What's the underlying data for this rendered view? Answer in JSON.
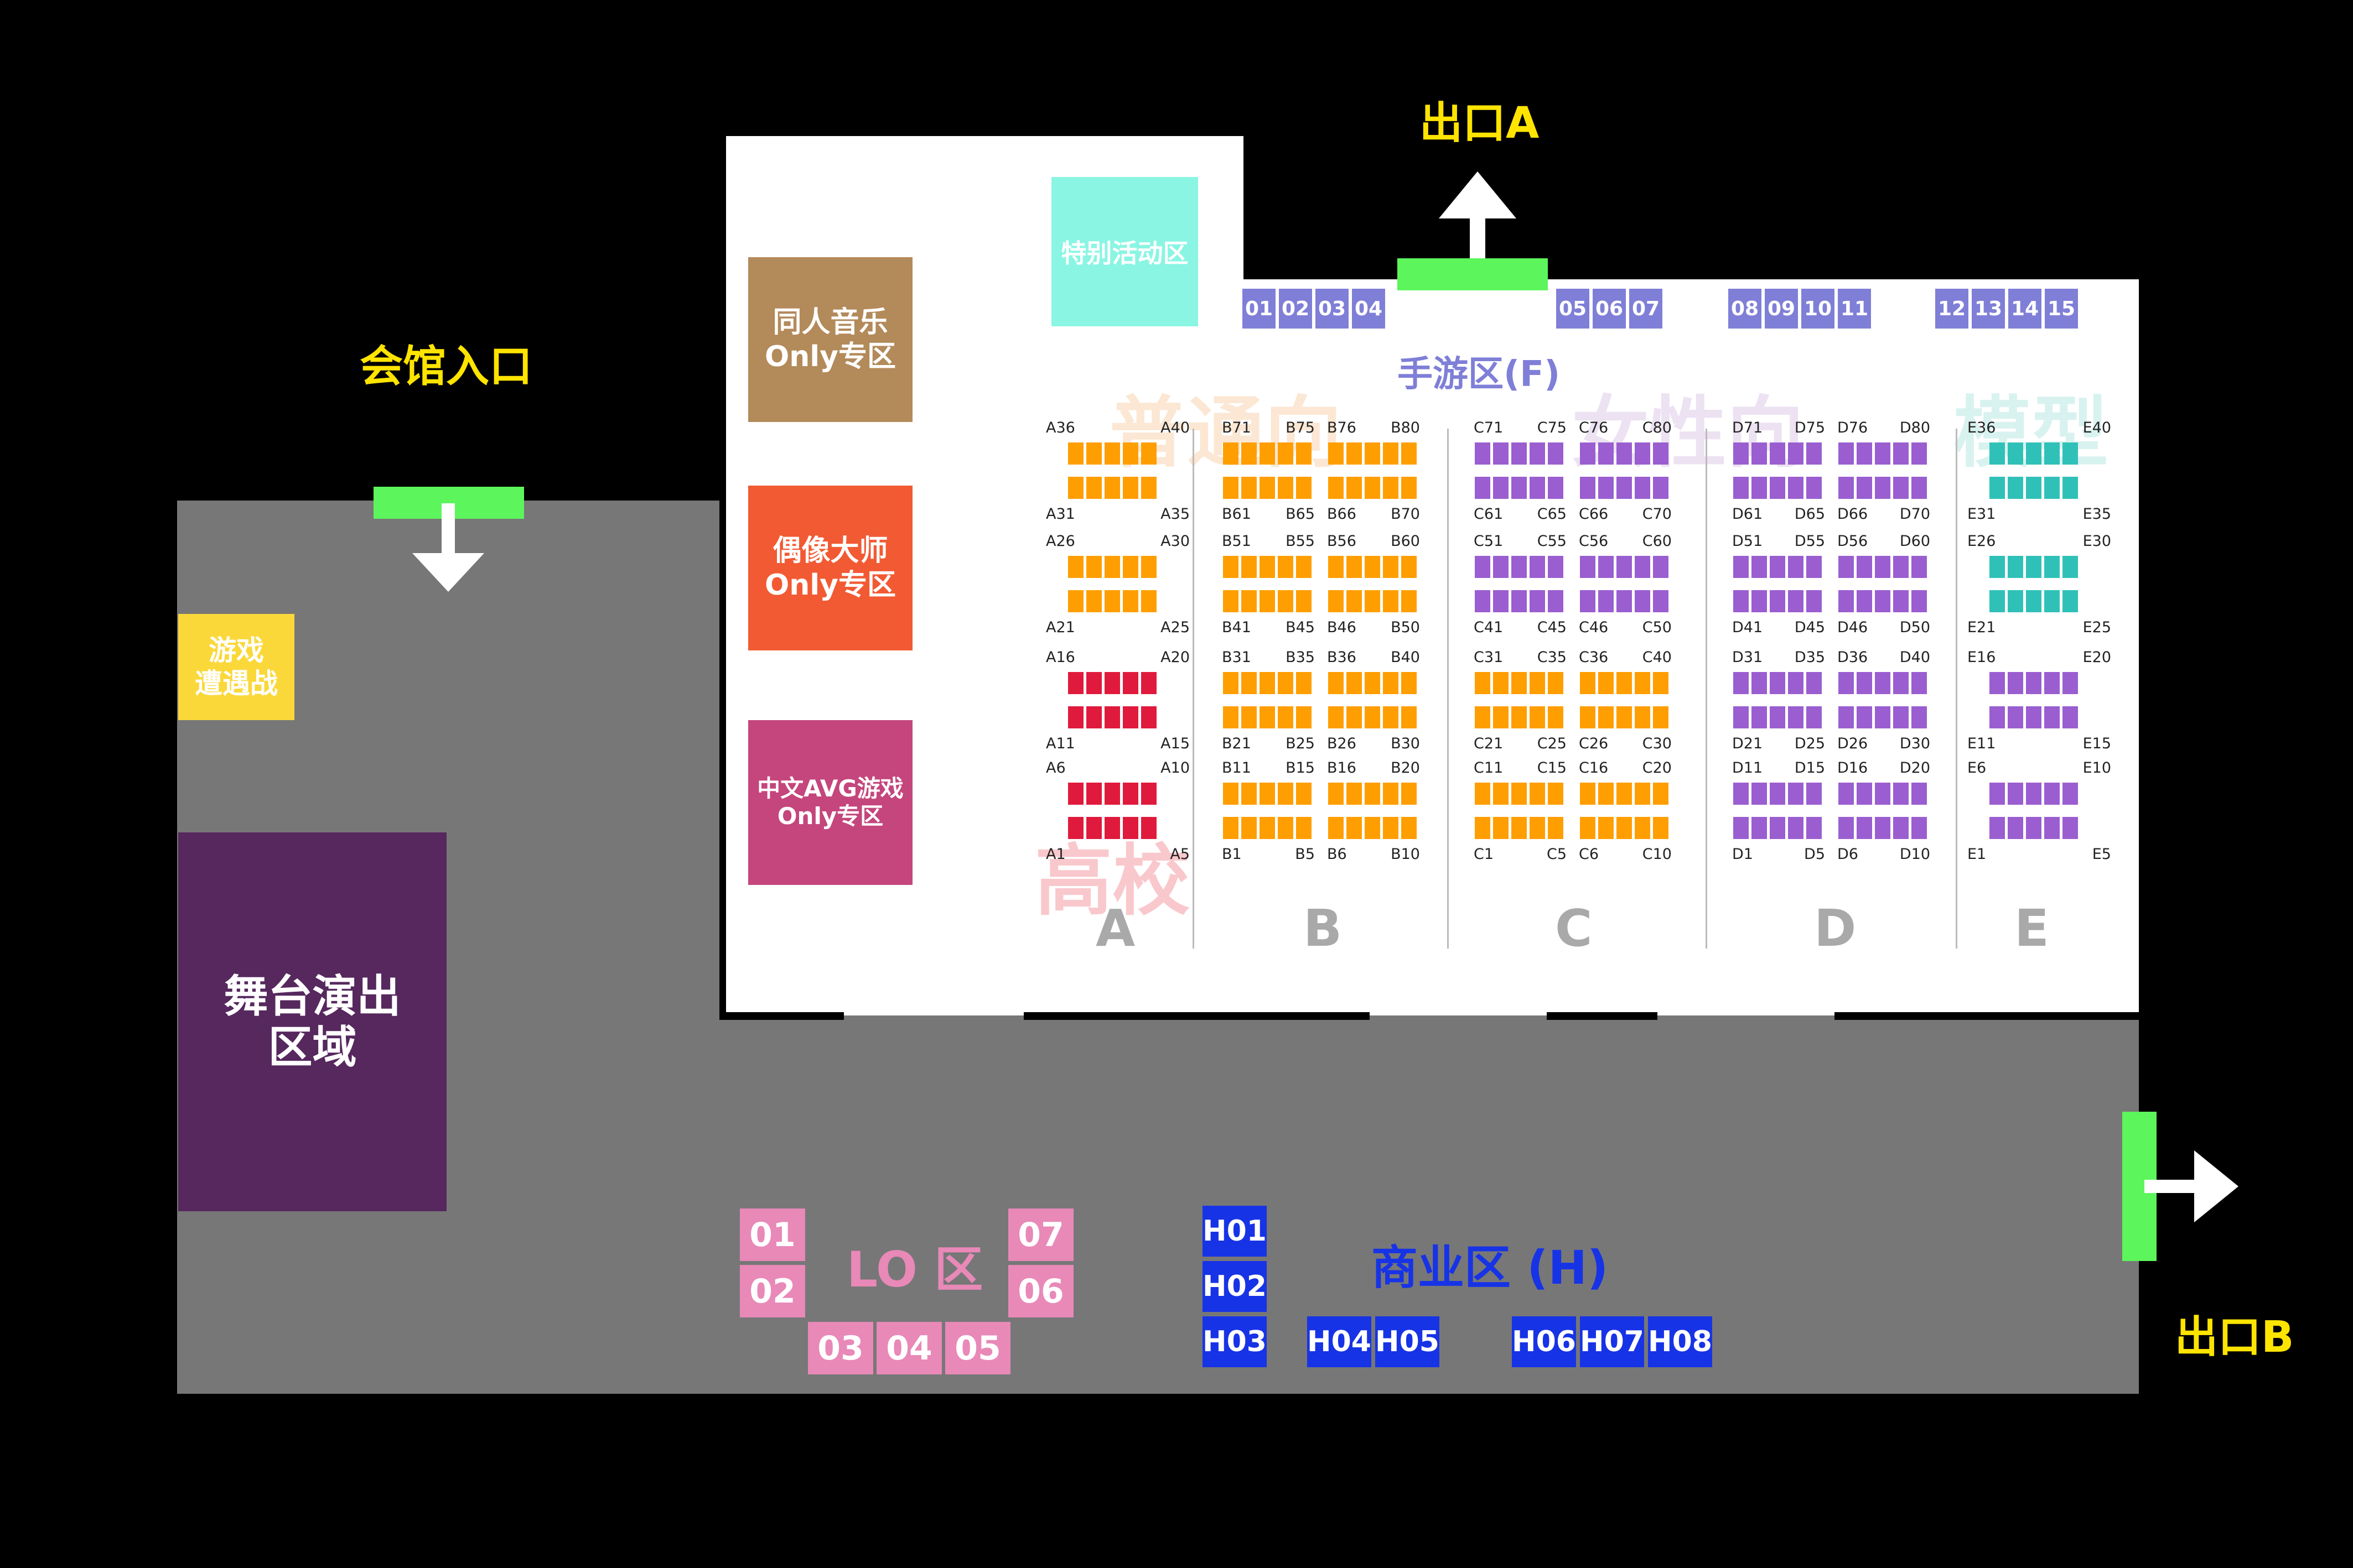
{
  "labels": {
    "entrance": "会馆入口",
    "exit_a": "出口A",
    "exit_b": "出口B",
    "game_battle": "游戏\n遭遇战",
    "stage": "舞台演出\n区域",
    "special": "特别活动区",
    "music_only": "同人音乐\nOnly专区",
    "idol_only": "偶像大师\nOnly专区",
    "avg_only": "中文AVG游戏\nOnly专区",
    "mobile_zone": "手游区(F)",
    "lo_zone": "LO 区",
    "commercial_zone": "商业区 (H)"
  },
  "watermarks": {
    "general": "普通向",
    "female": "女性向",
    "model": "模型",
    "school": "高校"
  },
  "sections": [
    "A",
    "B",
    "C",
    "D",
    "E"
  ],
  "f_booths": [
    "01",
    "02",
    "03",
    "04",
    "05",
    "06",
    "07",
    "08",
    "09",
    "10",
    "11",
    "12",
    "13",
    "14",
    "15"
  ],
  "lo_booths": [
    "01",
    "02",
    "03",
    "04",
    "05",
    "06",
    "07"
  ],
  "h_booths": [
    "H01",
    "H02",
    "H03",
    "H04",
    "H05",
    "H06",
    "H07",
    "H08"
  ],
  "colors": {
    "background": "#000000",
    "hall_gray": "#777777",
    "inner_white": "#ffffff",
    "green_door": "#5cf55c",
    "yellow_text": "#ffe400",
    "game_battle": "#fbd83a",
    "stage": "#56285e",
    "music_only": "#b38a5a",
    "idol_only": "#f25a33",
    "avg_only": "#c4467c",
    "special": "#8af5e3",
    "f_booth": "#7f7fd8",
    "lo_booth": "#e889b8",
    "h_booth": "#1733e6",
    "stall_orange": "#ff9e00",
    "stall_red": "#e01a3c",
    "stall_purple": "#9a5ed0",
    "stall_teal": "#2fc1b8"
  },
  "icons": {
    "entrance_arrow": "arrow-down-icon",
    "exit_a_arrow": "arrow-up-icon",
    "exit_b_arrow": "arrow-right-icon"
  },
  "stall_columns": [
    {
      "section": "A",
      "count": 40,
      "colors": [
        "#ff9e00",
        "#ff9e00",
        "#e01a3c",
        "#e01a3c"
      ],
      "labels": [
        [
          "A36",
          "A40",
          "A31",
          "A35"
        ],
        [
          "A26",
          "A30",
          "A21",
          "A25"
        ],
        [
          "A16",
          "A20",
          "A11",
          "A15"
        ],
        [
          "A6",
          "A10",
          "A1",
          "A5"
        ]
      ]
    },
    {
      "section": "B",
      "count": 80,
      "colors": [
        "#ff9e00",
        "#ff9e00",
        "#ff9e00",
        "#ff9e00"
      ],
      "labels": [
        [
          "B71",
          "B75",
          "B76",
          "B80",
          "B61",
          "B65",
          "B66",
          "B70"
        ],
        [
          "B51",
          "B55",
          "B56",
          "B60",
          "B41",
          "B45",
          "B46",
          "B50"
        ],
        [
          "B31",
          "B35",
          "B36",
          "B40",
          "B21",
          "B25",
          "B26",
          "B30"
        ],
        [
          "B11",
          "B15",
          "B16",
          "B20",
          "B1",
          "B5",
          "B6",
          "B10"
        ]
      ]
    },
    {
      "section": "C",
      "count": 80,
      "colors": [
        "#9a5ed0",
        "#9a5ed0",
        "#ff9e00",
        "#ff9e00"
      ],
      "labels": [
        [
          "C71",
          "C75",
          "C76",
          "C80",
          "C61",
          "C65",
          "C66",
          "C70"
        ],
        [
          "C51",
          "C55",
          "C56",
          "C60",
          "C41",
          "C45",
          "C46",
          "C50"
        ],
        [
          "C31",
          "C35",
          "C36",
          "C40",
          "C21",
          "C25",
          "C26",
          "C30"
        ],
        [
          "C11",
          "C15",
          "C16",
          "C20",
          "C1",
          "C5",
          "C6",
          "C10"
        ]
      ]
    },
    {
      "section": "D",
      "count": 80,
      "colors": [
        "#9a5ed0",
        "#9a5ed0",
        "#9a5ed0",
        "#9a5ed0"
      ],
      "labels": [
        [
          "D71",
          "D75",
          "D76",
          "D80",
          "D61",
          "D65",
          "D66",
          "D70"
        ],
        [
          "D51",
          "D55",
          "D56",
          "D60",
          "D41",
          "D45",
          "D46",
          "D50"
        ],
        [
          "D31",
          "D35",
          "D36",
          "D40",
          "D21",
          "D25",
          "D26",
          "D30"
        ],
        [
          "D11",
          "D15",
          "D16",
          "D20",
          "D1",
          "D5",
          "D6",
          "D10"
        ]
      ]
    },
    {
      "section": "E",
      "count": 40,
      "colors": [
        "#2fc1b8",
        "#2fc1b8",
        "#9a5ed0",
        "#9a5ed0"
      ],
      "labels": [
        [
          "E36",
          "E40",
          "E31",
          "E35"
        ],
        [
          "E26",
          "E30",
          "E21",
          "E25"
        ],
        [
          "E16",
          "E20",
          "E11",
          "E15"
        ],
        [
          "E6",
          "E10",
          "E1",
          "E5"
        ]
      ]
    }
  ]
}
